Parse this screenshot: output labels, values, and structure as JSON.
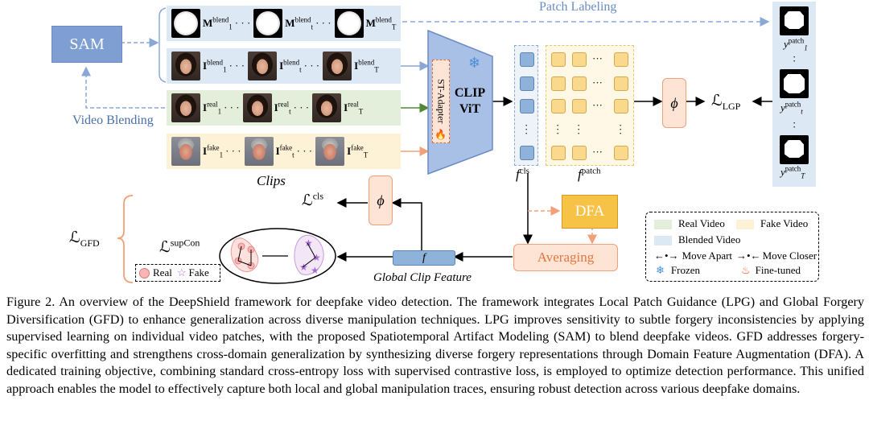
{
  "sam_label": "SAM",
  "video_blending_label": "Video Blending",
  "patch_labeling_label": "Patch Labeling",
  "rows": {
    "blend_mask": {
      "f1": "M",
      "f1_sup": "blend",
      "f1_sub": "1",
      "ft": "M",
      "ft_sup": "blend",
      "ft_sub": "t",
      "fT": "M",
      "fT_sup": "blend",
      "fT_sub": "T"
    },
    "blend_img": {
      "f1": "I",
      "f1_sup": "blend",
      "f1_sub": "1",
      "ft": "I",
      "ft_sup": "blend",
      "ft_sub": "t",
      "fT": "I",
      "fT_sup": "blend",
      "fT_sub": "T"
    },
    "real": {
      "f1": "I",
      "f1_sup": "real",
      "f1_sub": "1",
      "ft": "I",
      "ft_sup": "real",
      "ft_sub": "t",
      "fT": "I",
      "fT_sup": "real",
      "fT_sub": "T"
    },
    "fake": {
      "f1": "I",
      "f1_sup": "fake",
      "f1_sub": "1",
      "ft": "I",
      "ft_sup": "fake",
      "ft_sub": "t",
      "fT": "I",
      "fT_sup": "fake",
      "fT_sub": "T"
    },
    "dots": "· · ·"
  },
  "clips_label": "Clips",
  "st_adapter_label": "ST-Adapter",
  "clip_label_1": "CLIP",
  "clip_label_2": "ViT",
  "f_cls_label": "f",
  "f_cls_sup": "cls",
  "f_patch_label": "f",
  "f_patch_sup": "patch",
  "phi": "ϕ",
  "lgp_label": "ℒ",
  "lgp_sub": "LGP",
  "y_labels": [
    {
      "base": "y",
      "sup": "patch",
      "sub": "1"
    },
    {
      "base": "y",
      "sup": "patch",
      "sub": "t"
    },
    {
      "base": "y",
      "sup": "patch",
      "sub": "T"
    }
  ],
  "lcls_label": "ℒ",
  "lcls_sup": "cls",
  "dfa_label": "DFA",
  "averaging_label": "Averaging",
  "f_label": "f",
  "global_clip_feature_label": "Global Clip Feature",
  "lsupcon_label": "ℒ",
  "lsupcon_sup": "supCon",
  "lgfd_label": "ℒ",
  "lgfd_sub": "GFD",
  "real_label": "Real",
  "fake_label": "Fake",
  "legend": {
    "real_video": "Real Video",
    "fake_video": "Fake Video",
    "blended_video": "Blended Video",
    "move_apart": "Move Apart",
    "move_closer": "Move Closer",
    "frozen": "Frozen",
    "fine_tuned": "Fine-tuned"
  },
  "colors": {
    "sam_fill": "#7f9fd3",
    "blend_bg": "#dde8f5",
    "real_bg": "#e3efda",
    "fake_bg": "#fdf1d6",
    "clip_fill": "#a8bfe6",
    "dfa_fill": "#f7c347",
    "orange_box": "#fde4d4",
    "blue_arrow": "#8aa8d6",
    "green_arrow": "#4f8a30",
    "orange_arrow": "#f1a079"
  },
  "caption": "Figure 2. An overview of the DeepShield framework for deepfake video detection. The framework integrates Local Patch Guidance (LPG) and Global Forgery Diversification (GFD) to enhance generalization across diverse manipulation techniques. LPG improves sensitivity to subtle forgery inconsistencies by applying supervised learning on individual video patches, with the proposed Spatiotemporal Artifact Modeling (SAM) to blend deepfake videos. GFD addresses forgery-specific overfitting and strengthens cross-domain generalization by synthesizing diverse forgery representations through Domain Feature Augmentation (DFA). A dedicated training objective, combining standard cross-entropy loss with supervised contrastive loss, is employed to optimize detection performance. This unified approach enables the model to effectively capture both local and global manipulation traces, ensuring robust detection across various deepfake domains."
}
